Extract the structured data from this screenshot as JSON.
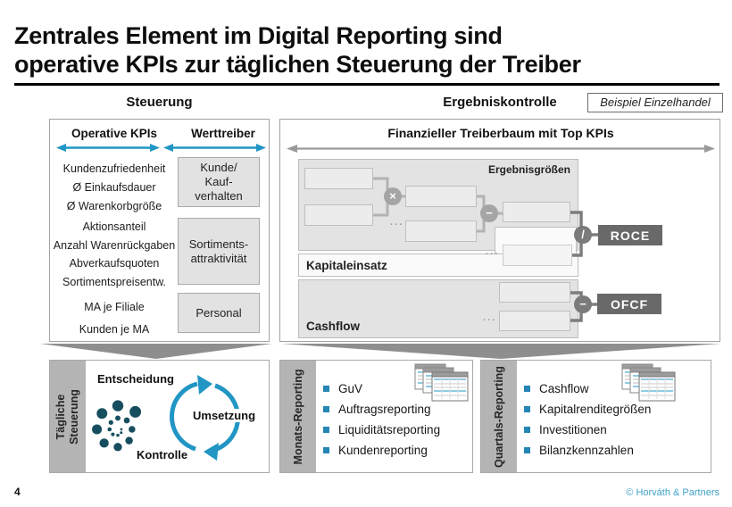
{
  "slide": {
    "title_line1": "Zentrales Element im Digital Reporting sind",
    "title_line2": "operative KPIs zur täglichen Steuerung der Treiber",
    "badge": "Beispiel Einzelhandel",
    "page_number": "4",
    "copyright": "© Horváth & Partners"
  },
  "colors": {
    "accent_blue": "#2196c4",
    "bullet_blue": "#2585b5",
    "copyright_blue": "#3fa3c8",
    "dark_kpi_gray": "#696969",
    "spiral_teal": "#174e5f",
    "chevron_gray": "#8e8e8e"
  },
  "headers": {
    "left": "Steuerung",
    "right": "Ergebniskontrolle"
  },
  "steuerung": {
    "col1": "Operative KPIs",
    "col2": "Werttreiber",
    "groups": [
      {
        "kpis": [
          "Kundenzufriedenheit",
          "Ø Einkaufsdauer",
          "Ø Warenkorbgröße"
        ],
        "driver": "Kunde/\nKauf-\nverhalten"
      },
      {
        "kpis": [
          "Aktionsanteil",
          "Anzahl Warenrückgaben",
          "Abverkaufsquoten",
          "Sortimentspreisentw."
        ],
        "driver": "Sortiments-\nattraktivität"
      },
      {
        "kpis": [
          "MA je Filiale",
          "Kunden je MA"
        ],
        "driver": "Personal"
      }
    ]
  },
  "treiberbaum": {
    "header": "Finanzieller Treiberbaum mit Top KPIs",
    "ergebnisgroessen_label": "Ergebnisgrößen",
    "kapitaleinsatz_label": "Kapitaleinsatz",
    "cashflow_label": "Cashflow",
    "roce": "ROCE",
    "ofcf": "OFCF",
    "op_multiply": "×",
    "op_subtract": "−",
    "op_divide": "/",
    "ellipsis": "···"
  },
  "cycle_panel": {
    "tab": "Tägliche\nSteuerung",
    "steps": [
      "Entscheidung",
      "Umsetzung",
      "Kontrolle"
    ]
  },
  "monats_panel": {
    "tab": "Monats-Reporting",
    "items": [
      "GuV",
      "Auftragsreporting",
      "Liquiditätsreporting",
      "Kundenreporting"
    ]
  },
  "quartals_panel": {
    "tab": "Quartals-Reporting",
    "items": [
      "Cashflow",
      "Kapitalrenditegrößen",
      "Investitionen",
      "Bilanzkennzahlen"
    ]
  }
}
